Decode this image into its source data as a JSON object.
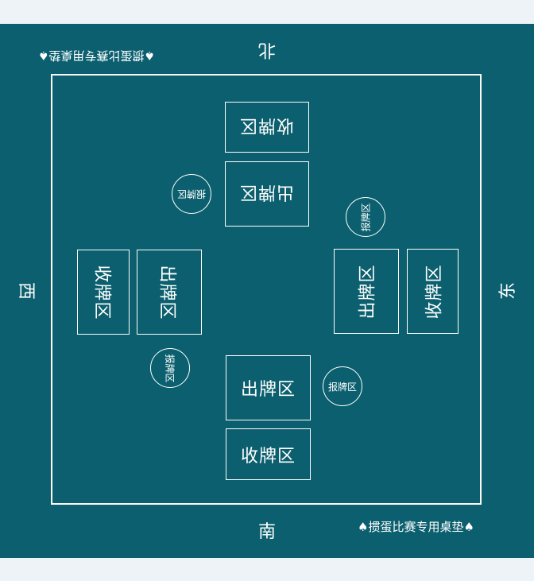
{
  "mat": {
    "color": "#0b5f6e",
    "line_color": "#ffffff",
    "directions": {
      "north": "北",
      "south": "南",
      "east": "东",
      "west": "西"
    },
    "tagline": "♠掼蛋比赛专用桌垫♠",
    "zones": {
      "south": {
        "play": "出牌区",
        "collect": "收牌区",
        "declare": "报牌区"
      },
      "north": {
        "play": "出牌区",
        "collect": "收牌区",
        "declare": "报牌区"
      },
      "east": {
        "play": "出牌区",
        "collect": "收牌区",
        "declare": "报牌区"
      },
      "west": {
        "play": "出牌区",
        "collect": "收牌区",
        "declare": "报牌区"
      }
    }
  }
}
